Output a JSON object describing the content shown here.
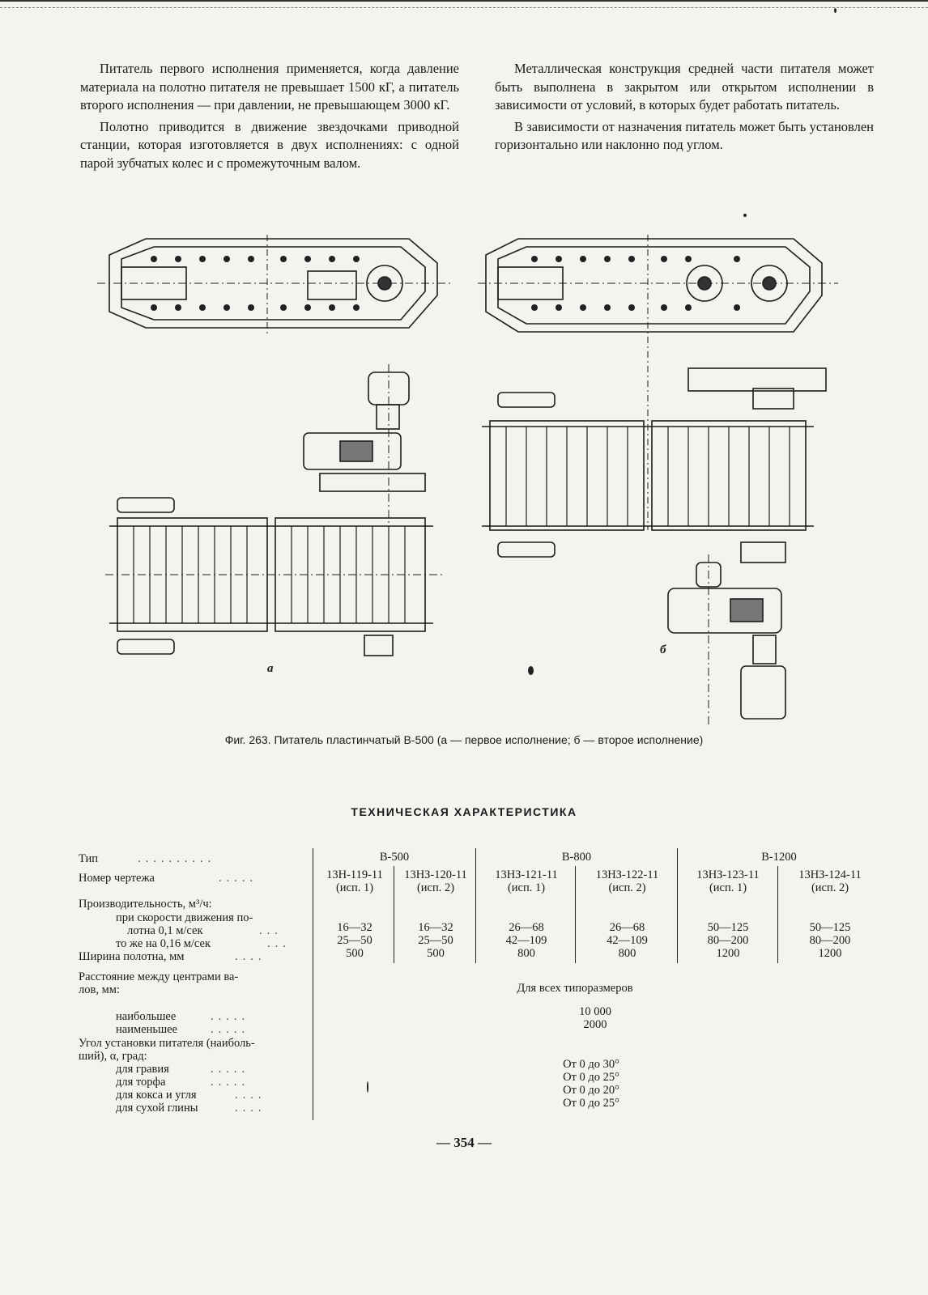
{
  "text": {
    "left": [
      "Питатель первого исполнения применяется, когда давление материала на полотно питателя не превышает 1500 кГ, а питатель второго исполнения — при давлении, не превышающем 3000 кГ.",
      "Полотно приводится в движение звездочками приводной станции, которая изготовляется в двух исполнениях: с одной парой зубчатых колес и с промежуточным валом."
    ],
    "right": [
      "Металлическая конструкция средней части питателя может быть выполнена в закрытом или открытом исполнении в зависимости от условий, в которых будет работать питатель.",
      "В зависимости от назначения питатель может быть установлен горизонтально или наклонно под углом."
    ]
  },
  "figure": {
    "label_a": "а",
    "label_b": "б",
    "caption": "Фиг. 263. Питатель пластинчатый В-500 (а — первое исполнение; б — второе исполнение)"
  },
  "spec": {
    "title": "ТЕХНИЧЕСКАЯ ХАРАКТЕРИСТИКА",
    "labels": {
      "type": "Тип",
      "drawing": "Номер чертежа",
      "capacity": "Производительность, м³/ч:",
      "speed1a": "при скорости движения по-",
      "speed1b": "лотна 0,1 м/сек",
      "speed2": "то же на 0,16 м/сек",
      "width": "Ширина полотна, мм",
      "distance_a": "Расстояние между центрами ва-",
      "distance_b": "лов, мм:",
      "max": "наибольшее",
      "min": "наименьшее",
      "angle_a": "Угол установки питателя (наиболь-",
      "angle_b": "ший), α, град:",
      "gravel": "для гравия",
      "peat": "для торфа",
      "coke": "для кокса и угля",
      "clay": "для сухой глины"
    },
    "groups": [
      "В-500",
      "В-800",
      "В-1200"
    ],
    "columns": [
      {
        "drawing": "13Н-119-11",
        "variant": "(исп. 1)",
        "cap1": "16—32",
        "cap2": "25—50",
        "width": "500"
      },
      {
        "drawing": "13НЗ-120-11",
        "variant": "(исп. 2)",
        "cap1": "16—32",
        "cap2": "25—50",
        "width": "500"
      },
      {
        "drawing": "13НЗ-121-11",
        "variant": "(исп. 1)",
        "cap1": "26—68",
        "cap2": "42—109",
        "width": "800"
      },
      {
        "drawing": "13НЗ-122-11",
        "variant": "(исп. 2)",
        "cap1": "26—68",
        "cap2": "42—109",
        "width": "800"
      },
      {
        "drawing": "13НЗ-123-11",
        "variant": "(исп. 1)",
        "cap1": "50—125",
        "cap2": "80—200",
        "width": "1200"
      },
      {
        "drawing": "13НЗ-124-11",
        "variant": "(исп. 2)",
        "cap1": "50—125",
        "cap2": "80—200",
        "width": "1200"
      }
    ],
    "all_sizes": "Для всех типоразмеров",
    "distance_max": "10 000",
    "distance_min": "2000",
    "angles": [
      "От 0 до 30°",
      "От 0 до 25°",
      "От 0 до 20°",
      "От 0 до 25°"
    ]
  },
  "page_number": "— 354 —"
}
